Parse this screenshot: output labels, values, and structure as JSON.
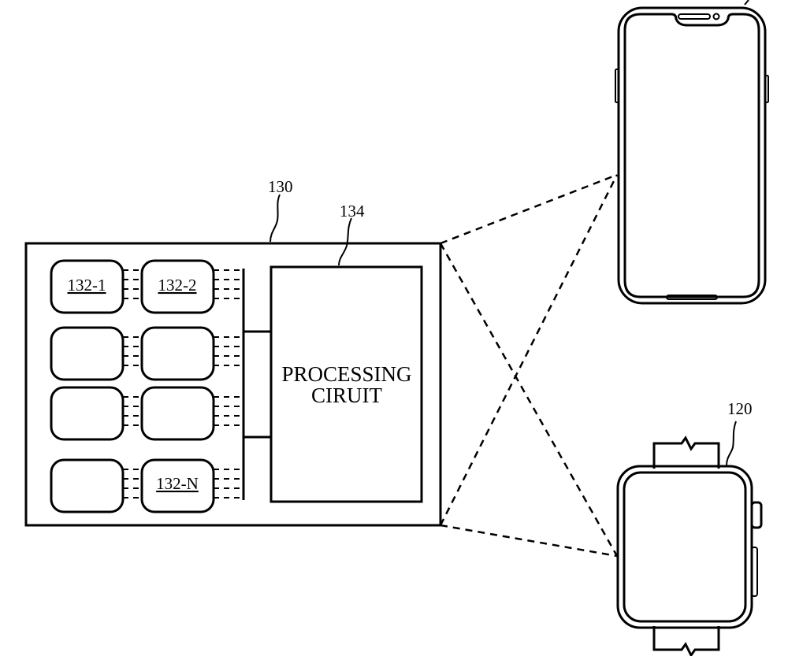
{
  "labels": {
    "system_ref": "130",
    "processor_ref": "134",
    "watch_ref": "120"
  },
  "processor": {
    "line1": "PROCESSING",
    "line2": "CIRUIT"
  },
  "modules": {
    "m1": "132-1",
    "m2": "132-2",
    "mN": "132-N"
  }
}
